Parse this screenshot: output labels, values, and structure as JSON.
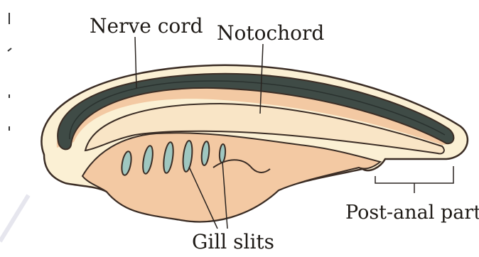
{
  "labels": {
    "nerve_cord": "Nerve cord",
    "notochord": "Notochord",
    "gill_slits": "Gill slits",
    "post_anal": "Post-anal part"
  },
  "colors": {
    "body_outline": "#3b2d25",
    "outer_layer": "#fbf0d4",
    "body_fill": "#f3c9a3",
    "nerve_cord": "#3f4b46",
    "notochord": "#f9e5c6",
    "gill_slit": "#9fc7c0"
  }
}
